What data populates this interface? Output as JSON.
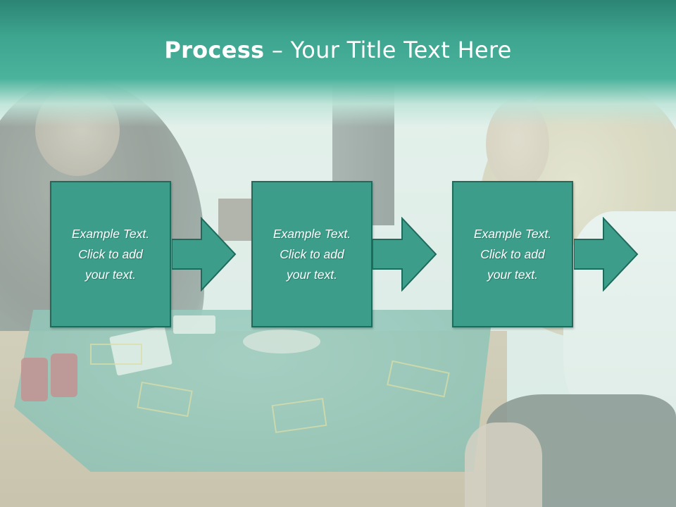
{
  "title": {
    "bold": "Process",
    "rest": " – Your Title Text Here"
  },
  "steps": [
    {
      "text": "Example Text.\nClick  to add\nyour text."
    },
    {
      "text": "Example Text.\nClick  to add\nyour text."
    },
    {
      "text": "Example Text.\nClick  to add\nyour text."
    }
  ],
  "colors": {
    "header": "#3ea690",
    "box_fill": "#3c9e8a",
    "box_border": "#1f6a5b",
    "text": "#ffffff"
  },
  "background": {
    "image_subject": "poker-table-players-photo"
  }
}
